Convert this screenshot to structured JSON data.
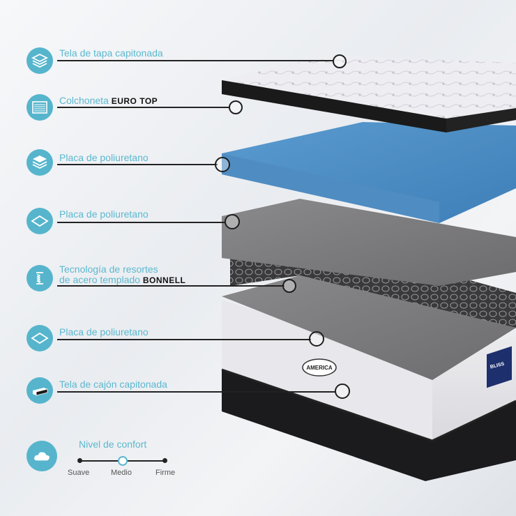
{
  "colors": {
    "accent": "#5bb8cf",
    "icon_bg": "#56b5cc",
    "leader": "#222222",
    "foam_blue": "#4d8fc5",
    "foam_gray": "#7e7e80",
    "mattress_base": "#1a1a1a"
  },
  "layers": [
    {
      "label": "Tela de tapa capitonada",
      "brand": "",
      "icon": "quilted-layers-icon"
    },
    {
      "label": "Colchoneta",
      "brand": "EURO TOP",
      "icon": "euro-top-icon"
    },
    {
      "label": "Placa de poliuretano",
      "brand": "",
      "icon": "stacked-layers-icon"
    },
    {
      "label": "Placa de poliuretano",
      "brand": "",
      "icon": "foam-sheet-icon"
    },
    {
      "label_line1": "Tecnología de resortes",
      "label": "de acero templado",
      "brand": "BONNELL",
      "icon": "spring-icon"
    },
    {
      "label": "Placa de poliuretano",
      "brand": "",
      "icon": "foam-sheet-icon"
    },
    {
      "label": "Tela de cajón capitonada",
      "brand": "",
      "icon": "box-base-icon"
    }
  ],
  "comfort": {
    "title": "Nivel de confort",
    "icon": "cloud-icon",
    "options": [
      "Suave",
      "Medio",
      "Firme"
    ],
    "selected": "Medio",
    "selected_fraction": 0.5
  },
  "product": {
    "logo_text": "AMERICA",
    "tag_text": "BLISS"
  }
}
